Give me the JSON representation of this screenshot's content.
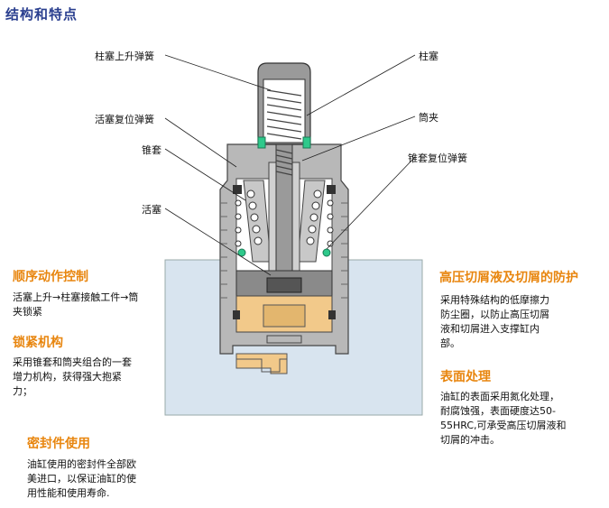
{
  "title": "结构和特点",
  "callouts": {
    "plunger_return_spring": "柱塞上升弹簧",
    "piston_return_spring": "活塞复位弹簧",
    "taper_sleeve": "锥套",
    "piston": "活塞",
    "plunger": "柱塞",
    "collet": "筒夹",
    "taper_sleeve_return_spring": "锥套复位弹簧"
  },
  "features": [
    {
      "heading": "顺序动作控制",
      "text": "活塞上升→柱塞接触工件→筒夹锁紧"
    },
    {
      "heading": "锁紧机构",
      "text": "采用锥套和筒夹组合的一套增力机构，获得强大抱紧力；"
    },
    {
      "heading": "密封件使用",
      "text": "油缸使用的密封件全部欧美进口，以保证油缸的使用性能和使用寿命."
    },
    {
      "heading": "高压切屑液及切屑的防护",
      "text": "采用特殊结构的低摩擦力防尘圈，以防止高压切屑液和切屑进入支撑缸内部。"
    },
    {
      "heading": "表面处理",
      "text": "油缸的表面采用氮化处理，耐腐蚀强，表面硬度达50-55HRC,可承受高压切屑液和切屑的冲击。"
    }
  ],
  "colors": {
    "title": "#2a3f8f",
    "heading": "#e8860f",
    "body_bg": "#d8e4ef",
    "metal": "#b8b8b8",
    "seal": "#2ec98b",
    "oil": "#f2c98a"
  }
}
